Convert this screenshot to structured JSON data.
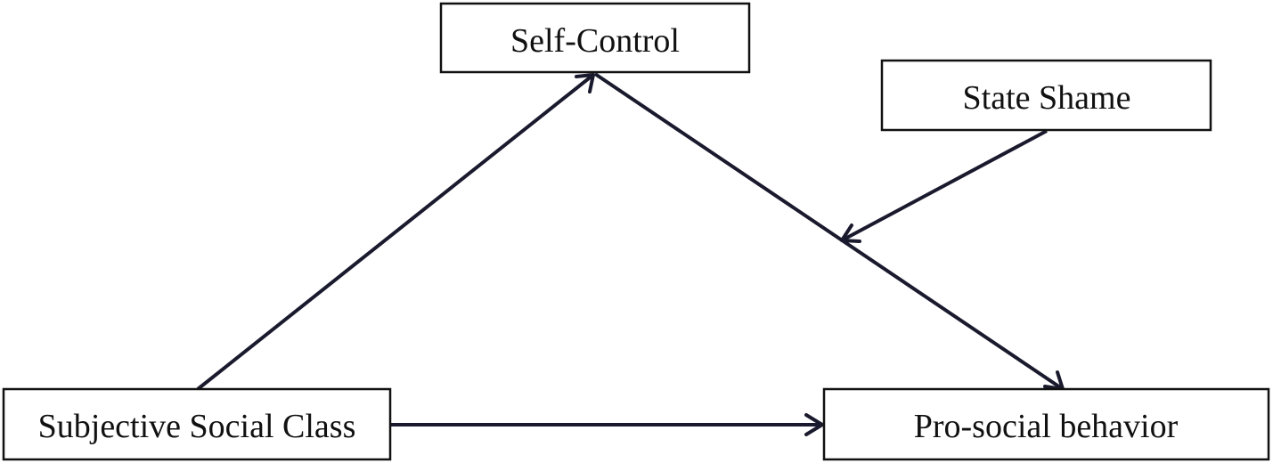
{
  "diagram": {
    "nodes": {
      "self_control": "Self-Control",
      "state_shame": "State Shame",
      "subjective_social_class": "Subjective Social Class",
      "prosocial_behavior": "Pro-social behavior"
    },
    "edges": [
      {
        "from": "subjective_social_class",
        "to": "self_control"
      },
      {
        "from": "self_control",
        "to": "prosocial_behavior"
      },
      {
        "from": "subjective_social_class",
        "to": "prosocial_behavior"
      },
      {
        "from": "state_shame",
        "to": "self_control->prosocial_behavior",
        "kind": "moderation"
      }
    ],
    "colors": {
      "line": "#1a1a2e",
      "box_stroke": "#111111",
      "background": "#ffffff"
    }
  }
}
